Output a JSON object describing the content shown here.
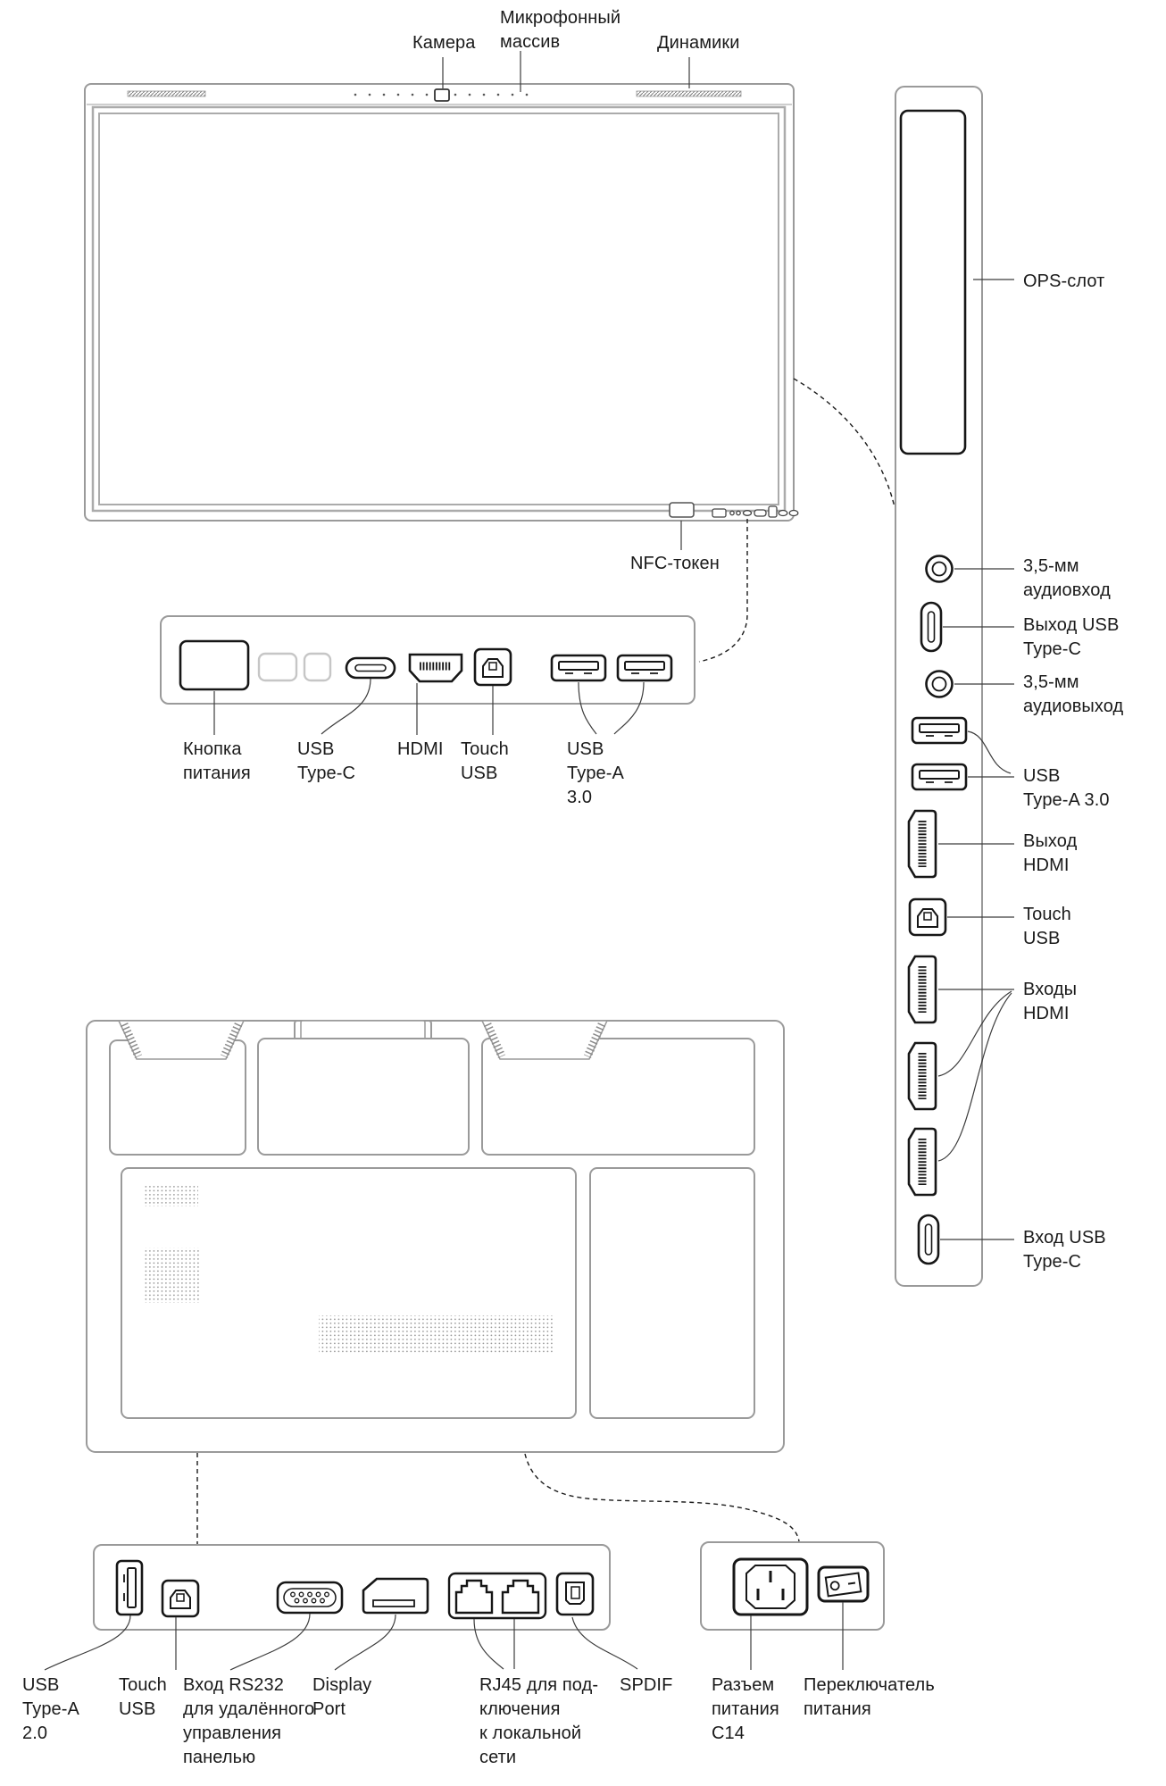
{
  "page": {
    "type": "hardware-connection-diagram",
    "language": "ru"
  },
  "colors": {
    "background": "#ffffff",
    "panel_outline": "#9a9a9a",
    "port_outline": "#161616",
    "text": "#1a1a1a",
    "connector_line": "#3c3c3c"
  },
  "front_view": {
    "top_labels": {
      "camera": "Камера",
      "mic_array": "Микрофонный\nмассив",
      "speakers": "Динамики"
    },
    "nfc_label": "NFC-токен"
  },
  "front_ports_panel": {
    "labels": {
      "power_button": "Кнопка\nпитания",
      "usb_type_c": "USB\nType-C",
      "hdmi": "HDMI",
      "touch_usb": "Touch\nUSB",
      "usb_type_a_30": "USB\nType-A\n3.0"
    }
  },
  "side_panel": {
    "labels": {
      "ops_slot": "OPS-слот",
      "audio_in": "3,5-мм\nаудиовход",
      "usb_c_out": "Выход USB\nType-C",
      "audio_out": "3,5-мм\nаудиовыход",
      "usb_type_a_30": "USB\nType-A 3.0",
      "hdmi_out": "Выход\nHDMI",
      "touch_usb": "Touch\nUSB",
      "hdmi_in": "Входы\nHDMI",
      "usb_c_in": "Вход USB\nType-C"
    }
  },
  "bottom_ports_panel": {
    "labels": {
      "usb_type_a_20": "USB\nType-A\n2.0",
      "touch_usb": "Touch\nUSB",
      "rs232": "Вход RS232\nдля удалённого\nуправления\nпанелью",
      "display_port": "Display\nPort",
      "rj45": "RJ45 для под-\nключения\nк локальной\nсети",
      "spdif": "SPDIF"
    }
  },
  "power_panel": {
    "labels": {
      "c14": "Разъем\nпитания\nC14",
      "power_switch": "Переключатель\nпитания"
    }
  }
}
